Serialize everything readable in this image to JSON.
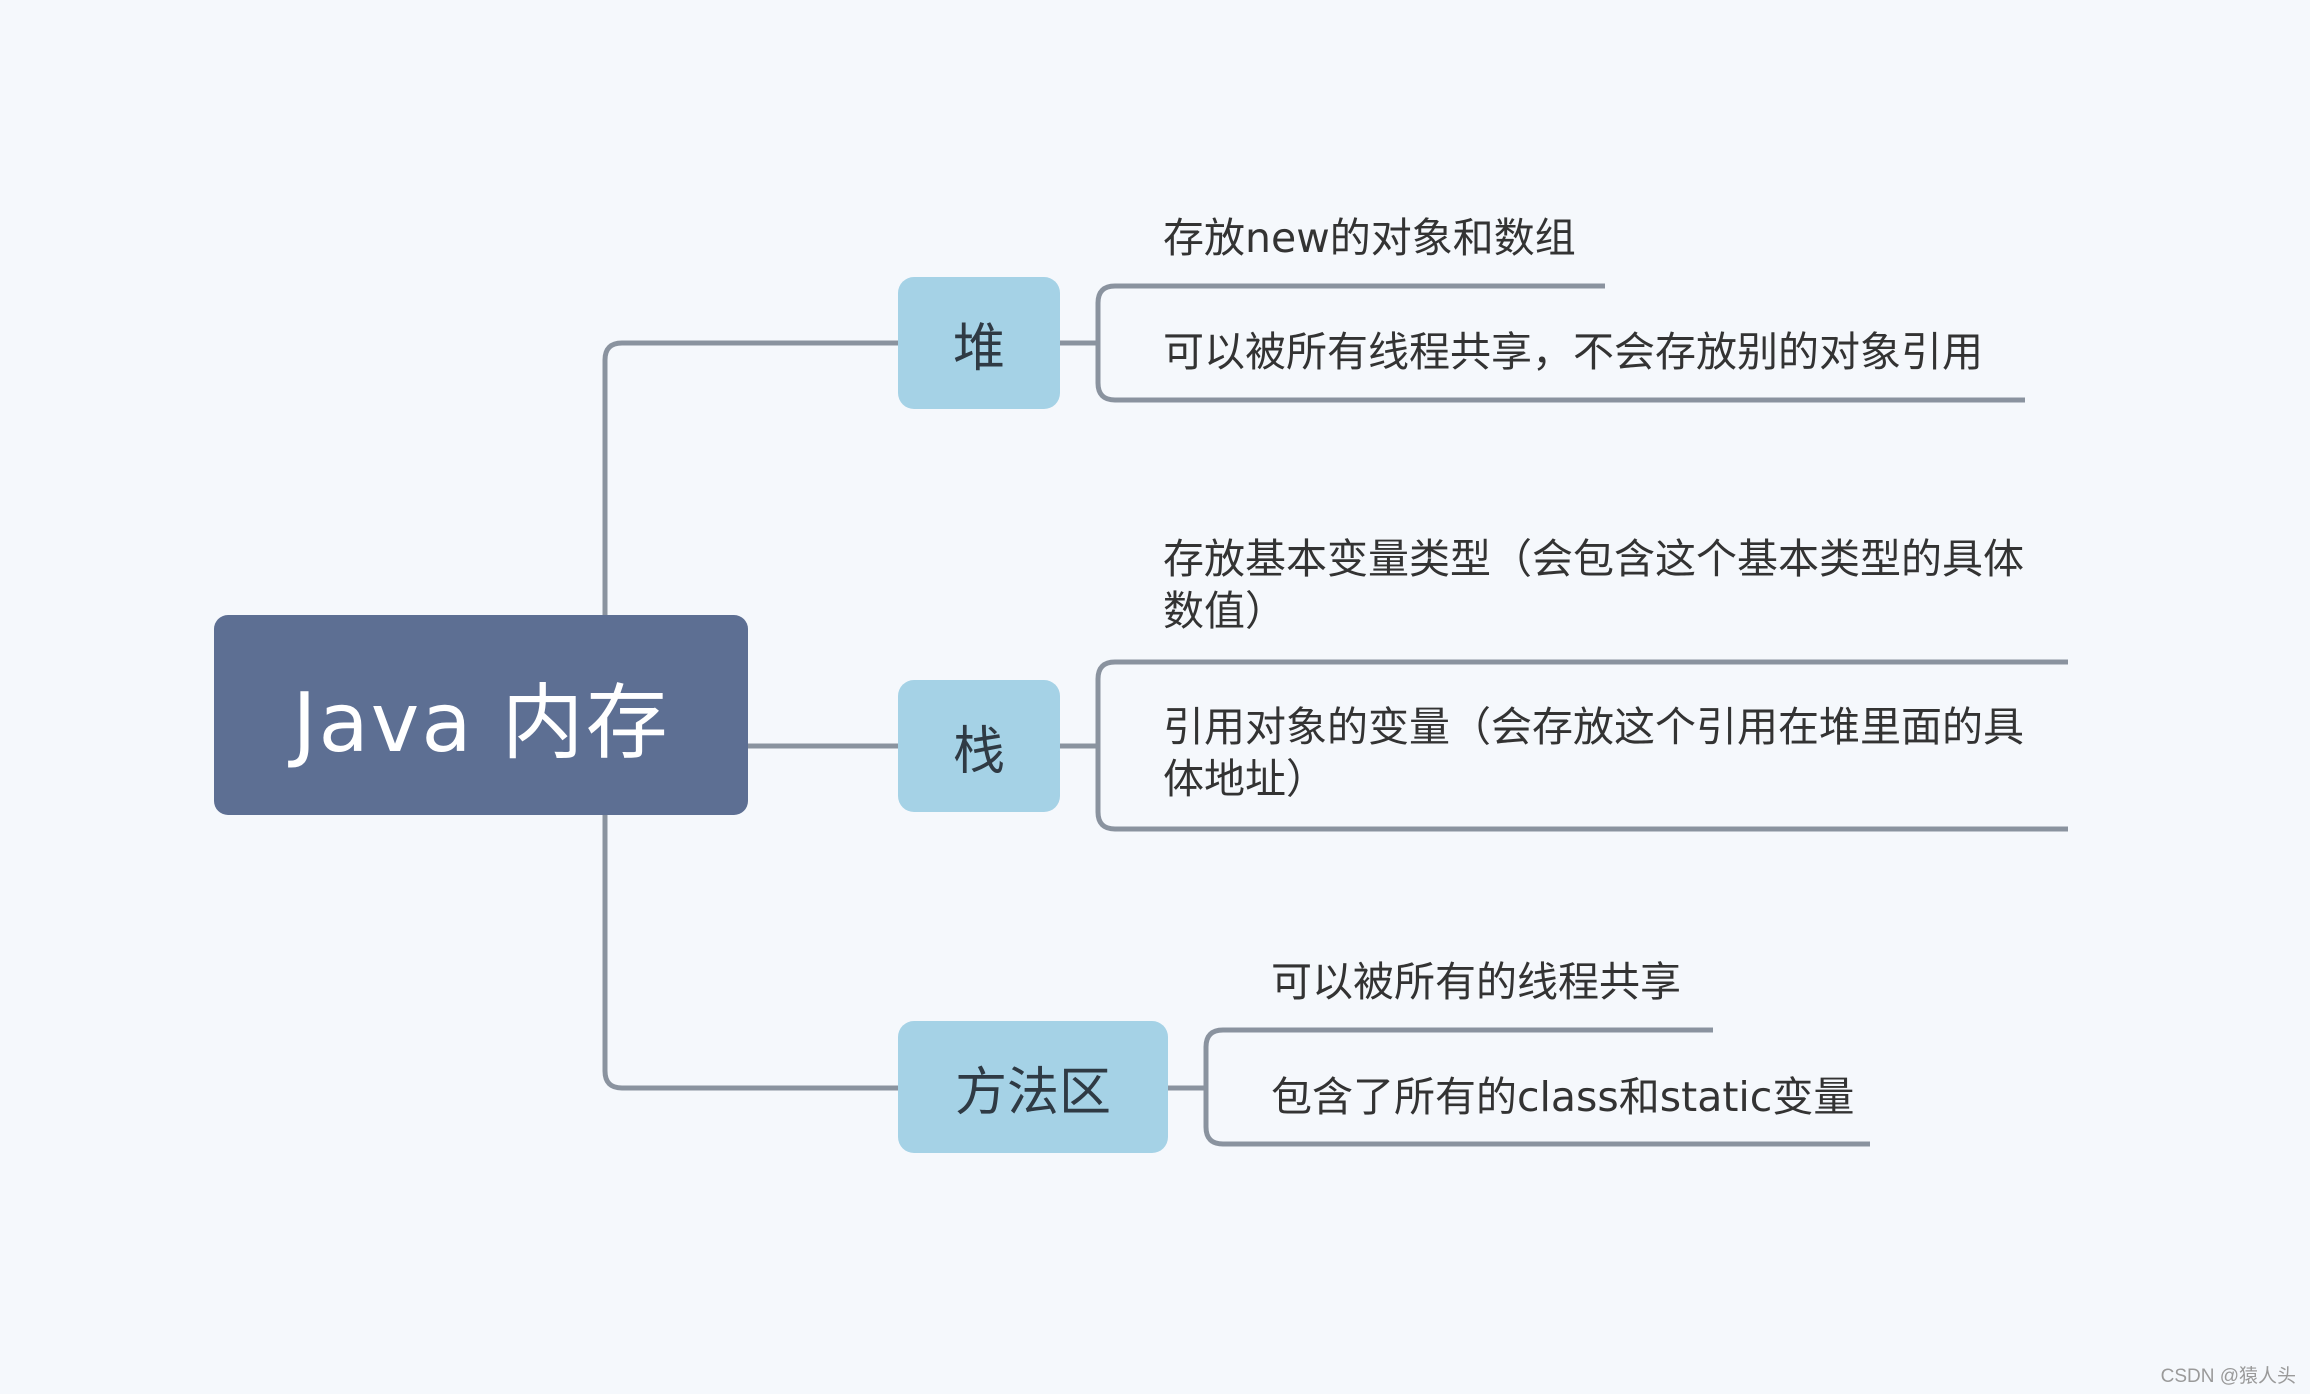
{
  "root": {
    "label": "Java 内存"
  },
  "branches": [
    {
      "label": "堆",
      "notes": [
        "存放new的对象和数组",
        "可以被所有线程共享，不会存放别的对象引用"
      ]
    },
    {
      "label": "栈",
      "notes": [
        "存放基本变量类型（会包含这个基本类型的具体数值）",
        "引用对象的变量（会存放这个引用在堆里面的具体地址）"
      ]
    },
    {
      "label": "方法区",
      "notes": [
        "可以被所有的线程共享",
        "包含了所有的class和static变量"
      ]
    }
  ],
  "watermark": "CSDN @猿人头",
  "colors": {
    "background": "#f5f8fc",
    "root_fill": "#5d6f93",
    "branch_fill": "#a5d2e6",
    "connector": "#8a939f"
  }
}
